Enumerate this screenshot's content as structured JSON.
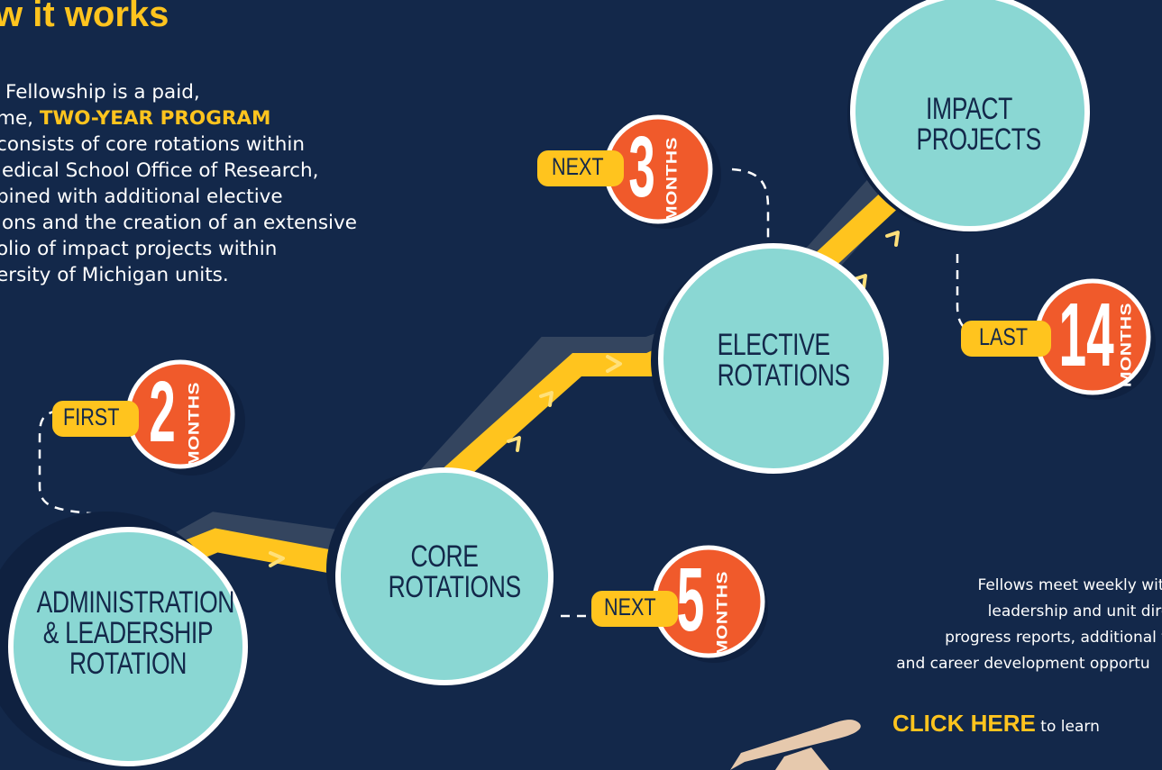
{
  "heading": "w it works",
  "intro": {
    "line1": "Fellowship is a paid,",
    "line2_prefix": "me, ",
    "line2_highlight": "TWO-YEAR PROGRAM",
    "line3": "consists of core rotations within",
    "line4": "ledical School Office of Research,",
    "line5": "bined with additional elective",
    "line6": "ions and the creation of an extensive",
    "line7": "olio of impact projects within",
    "line8": "ersity of Michigan units."
  },
  "stages": {
    "administration": {
      "line1": "ADMINISTRATION",
      "line2": "& LEADERSHIP",
      "line3": "ROTATION"
    },
    "core": {
      "line1": "CORE",
      "line2": "ROTATIONS"
    },
    "elective": {
      "line1": "ELECTIVE",
      "line2": "ROTATIONS"
    },
    "impact": {
      "line1": "IMPACT",
      "line2": "PROJECTS"
    }
  },
  "durations": {
    "first": {
      "label": "FIRST",
      "number": "2",
      "unit": "MONTHS"
    },
    "core_next": {
      "label": "NEXT",
      "number": "5",
      "unit": "MONTHS"
    },
    "elective_next": {
      "label": "NEXT",
      "number": "3",
      "unit": "MONTHS"
    },
    "last": {
      "label": "LAST",
      "number": "14",
      "unit": "MONTHS"
    }
  },
  "note": {
    "line1": "Fellows meet weekly with pr",
    "line2": "leadership and unit direct",
    "line3": "progress reports, additional tr",
    "line4": "and career development opportu"
  },
  "cta": {
    "link": "CLICK HERE",
    "suffix": " to learn"
  },
  "colors": {
    "background": "#13284a",
    "accent_yellow": "#ffc41e",
    "circle_teal": "#8ad7d3",
    "badge_orange": "#f05a2b"
  }
}
